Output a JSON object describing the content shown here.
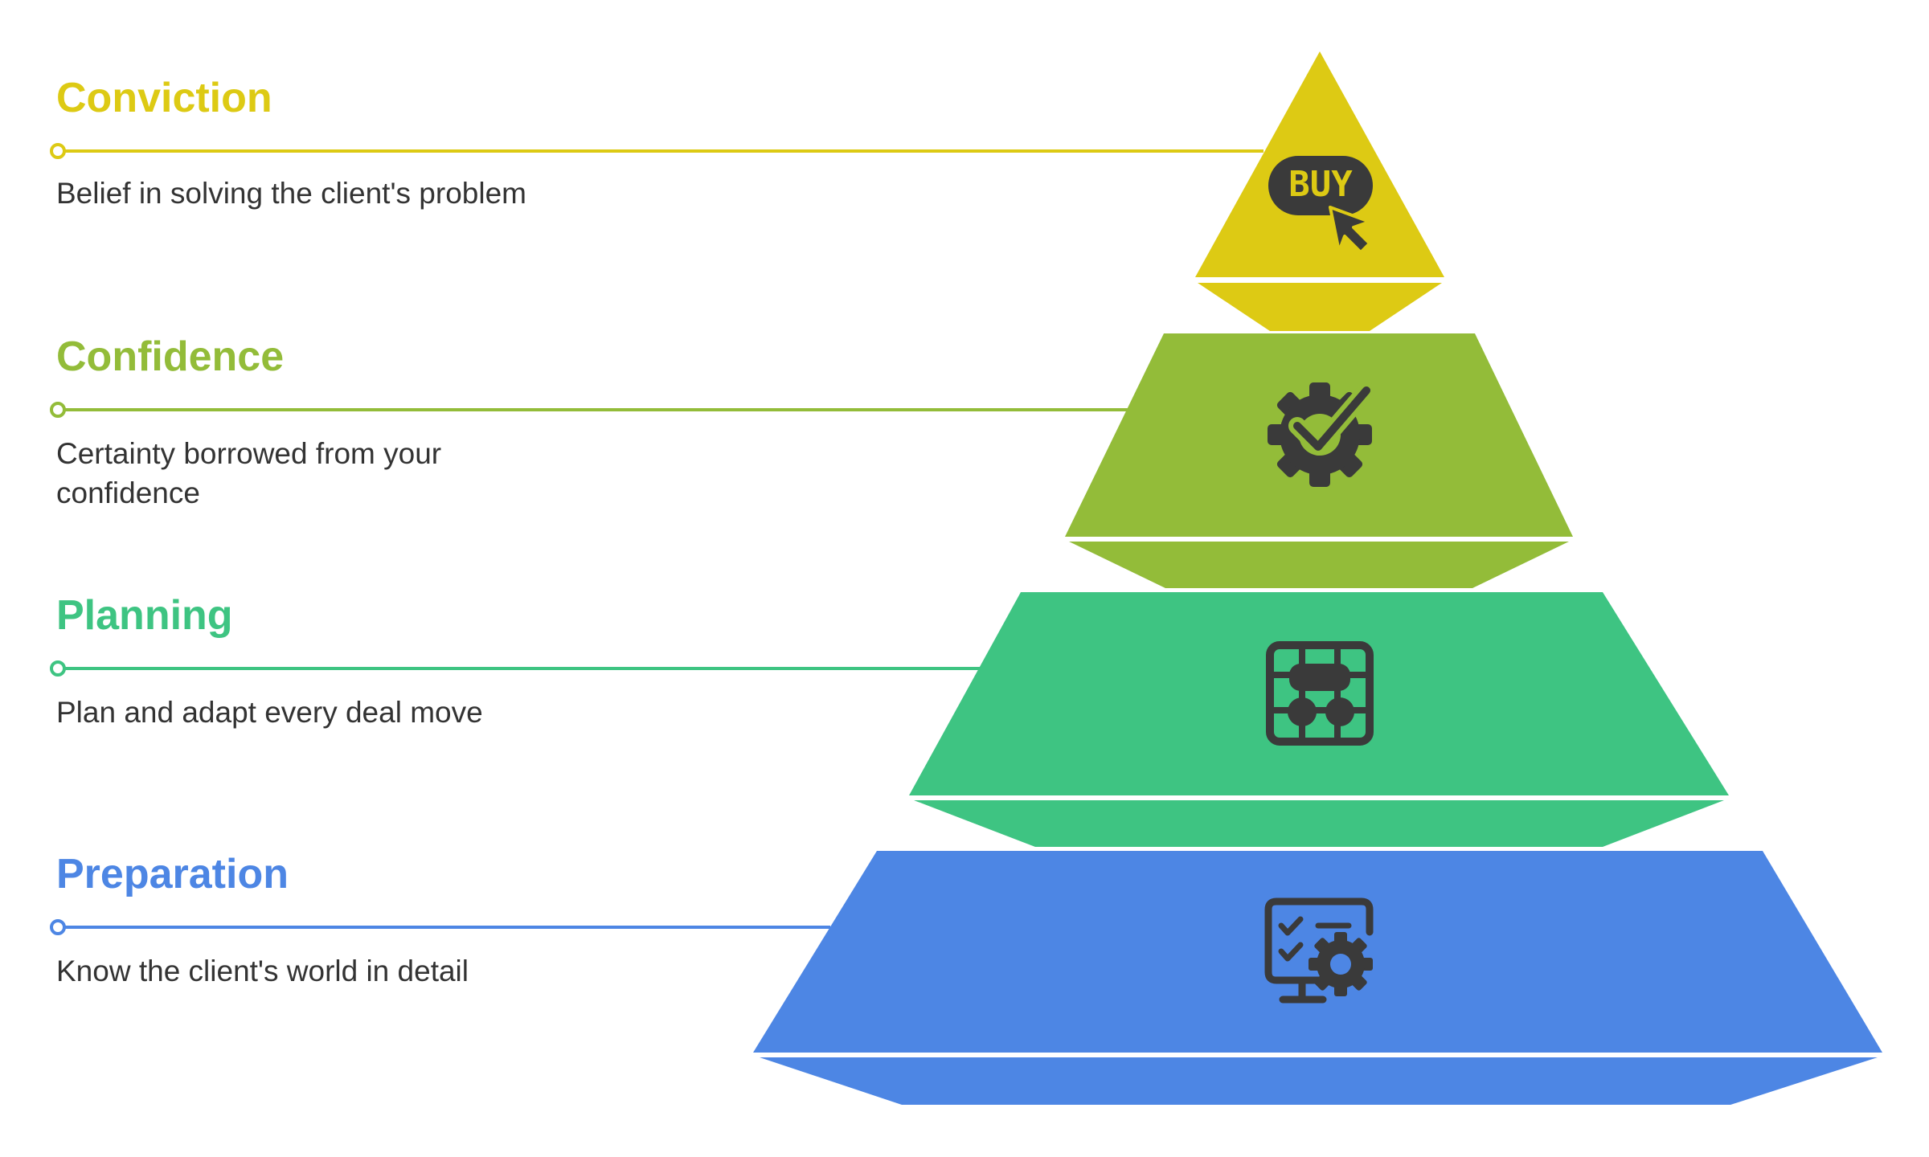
{
  "levels": [
    {
      "title": "Conviction",
      "description": "Belief in solving the client's problem",
      "color": "#DDCA14",
      "icon": "buy-click-icon"
    },
    {
      "title": "Confidence",
      "description": "Certainty borrowed from your confidence",
      "color": "#93BC39",
      "icon": "gear-check-icon"
    },
    {
      "title": "Planning",
      "description": "Plan and adapt every deal move",
      "color": "#3EC482",
      "icon": "strategy-board-icon"
    },
    {
      "title": "Preparation",
      "description": "Know the client's world in detail",
      "color": "#4D86E4",
      "icon": "monitor-checklist-gear-icon"
    }
  ],
  "icon_color": "#3A3A3A",
  "buy_icon_text": "BUY"
}
